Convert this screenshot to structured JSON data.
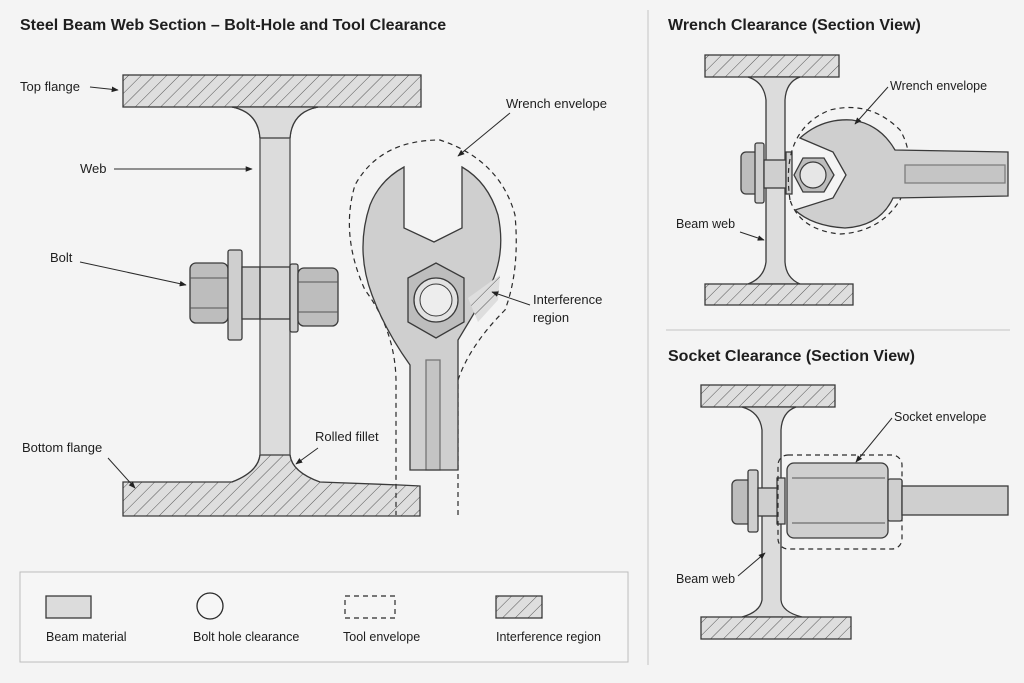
{
  "main": {
    "title": "Steel Beam Web Section – Bolt-Hole and Tool Clearance",
    "labels": {
      "top_flange": "Top flange",
      "web": "Web",
      "bolt": "Bolt",
      "bottom_flange": "Bottom flange",
      "rolled_fillet": "Rolled fillet",
      "wrench_envelope": "Wrench envelope",
      "interference_line1": "Interference",
      "interference_line2": "region"
    }
  },
  "wrench_view": {
    "title": "Wrench Clearance (Section View)",
    "wrench_envelope": "Wrench envelope",
    "beam_web": "Beam web"
  },
  "socket_view": {
    "title": "Socket Clearance (Section View)",
    "socket_envelope": "Socket envelope",
    "beam_web": "Beam web"
  },
  "legend": {
    "items": [
      {
        "label": "Beam material",
        "icon": "material-swatch"
      },
      {
        "label": "Bolt hole clearance",
        "icon": "circle-outline"
      },
      {
        "label": "Tool envelope",
        "icon": "dashed-rectangle"
      },
      {
        "label": "Interference region",
        "icon": "hatch-swatch"
      }
    ]
  },
  "colors": {
    "background": "#f4f4f4",
    "material": "#dcdcdc",
    "steel": "#cfcfcf",
    "outline": "#3a3a3a"
  }
}
